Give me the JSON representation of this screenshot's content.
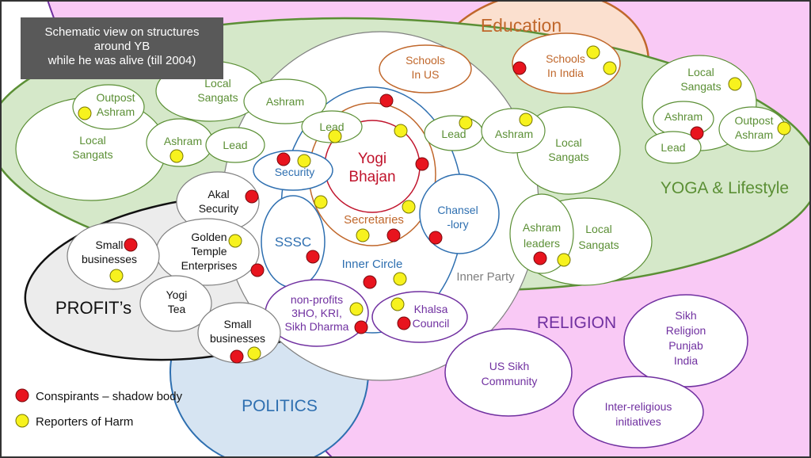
{
  "title_box": {
    "lines": [
      "Schematic view on structures",
      "around YB",
      "while he was alive (till 2004)"
    ]
  },
  "domains": {
    "education": "Education",
    "yoga": "YOGA & Lifestyle",
    "religion": "RELIGION",
    "profits": "PROFIT’s",
    "politics": "POLITICS"
  },
  "nodes": {
    "schools_us": [
      "Schools",
      "In US"
    ],
    "schools_india": [
      "Schools",
      "In India"
    ],
    "local_sangats_tl": [
      "Local",
      "Sangats"
    ],
    "outpost_ashram_left": [
      "Outpost",
      "Ashram"
    ],
    "local_sangats_left": [
      "Local",
      "Sangats"
    ],
    "ashram_left": "Ashram",
    "lead_left": "Lead",
    "ashram_top": "Ashram",
    "lead_top": "Lead",
    "lead_right": "Lead",
    "ashram_right": "Ashram",
    "local_sangats_mid_right": [
      "Local",
      "Sangats"
    ],
    "local_sangats_far_right": [
      "Local",
      "Sangats"
    ],
    "ashram_far_right": "Ashram",
    "outpost_ashram_right": [
      "Outpost",
      "Ashram"
    ],
    "lead_far_right": "Lead",
    "ashram_leaders": [
      "Ashram",
      "leaders"
    ],
    "local_sangats_lower_right": [
      "Local",
      "Sangats"
    ],
    "yogi_bhajan": [
      "Yogi",
      "Bhajan"
    ],
    "secretaries": "Secretaries",
    "security": "Security",
    "sssc": "SSSC",
    "chanselory": [
      "Chansel",
      "-lory"
    ],
    "inner_circle": "Inner Circle",
    "inner_party": "Inner Party",
    "akal_security": [
      "Akal",
      "Security"
    ],
    "golden_temple": [
      "Golden",
      "Temple",
      "Enterprises"
    ],
    "small_businesses_left": [
      "Small",
      "businesses"
    ],
    "yogi_tea": [
      "Yogi",
      "Tea"
    ],
    "small_businesses_bottom": [
      "Small",
      "businesses"
    ],
    "non_profits": [
      "non-profits",
      "3HO, KRI,",
      "Sikh Dharma"
    ],
    "khalsa_council": [
      "Khalsa",
      "Council"
    ],
    "us_sikh_community": [
      "US Sikh",
      "Community"
    ],
    "sikh_religion": [
      "Sikh",
      "Religion",
      "Punjab",
      "India"
    ],
    "inter_religious": [
      "Inter-religious",
      "initiatives"
    ]
  },
  "legend": {
    "conspirants": "Conspirants – shadow body",
    "reporters": "Reporters of Harm"
  },
  "colors": {
    "red_dot": "#e8141e",
    "yellow_dot": "#f7f21e",
    "green": "#5b8f35",
    "orange": "#c0672b",
    "purple": "#7030a0",
    "blue": "#2e6fb0",
    "dark_red": "#c0142c",
    "gray": "#7f7f7f",
    "yoga_fill": "#d5e8c9",
    "religion_fill": "#f9c9f5",
    "education_fill": "#fbe0cf",
    "politics_fill": "#d6e4f2",
    "profits_fill": "#ececec"
  }
}
